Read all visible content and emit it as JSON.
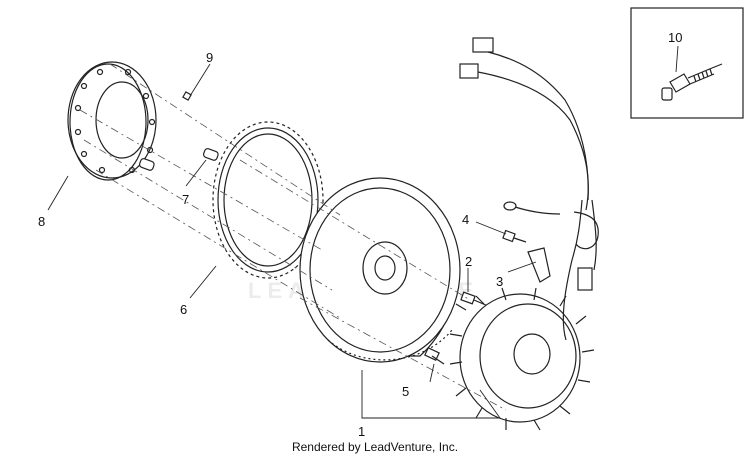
{
  "diagram": {
    "callouts": [
      {
        "id": "c1",
        "text": "1"
      },
      {
        "id": "c2",
        "text": "2"
      },
      {
        "id": "c3",
        "text": "3"
      },
      {
        "id": "c4",
        "text": "4"
      },
      {
        "id": "c5",
        "text": "5"
      },
      {
        "id": "c6",
        "text": "6"
      },
      {
        "id": "c7",
        "text": "7"
      },
      {
        "id": "c8",
        "text": "8"
      },
      {
        "id": "c9",
        "text": "9"
      },
      {
        "id": "c10",
        "text": "10"
      }
    ]
  },
  "watermark": "LEADVENTURE",
  "footer": {
    "credit": "Rendered by LeadVenture, Inc."
  }
}
